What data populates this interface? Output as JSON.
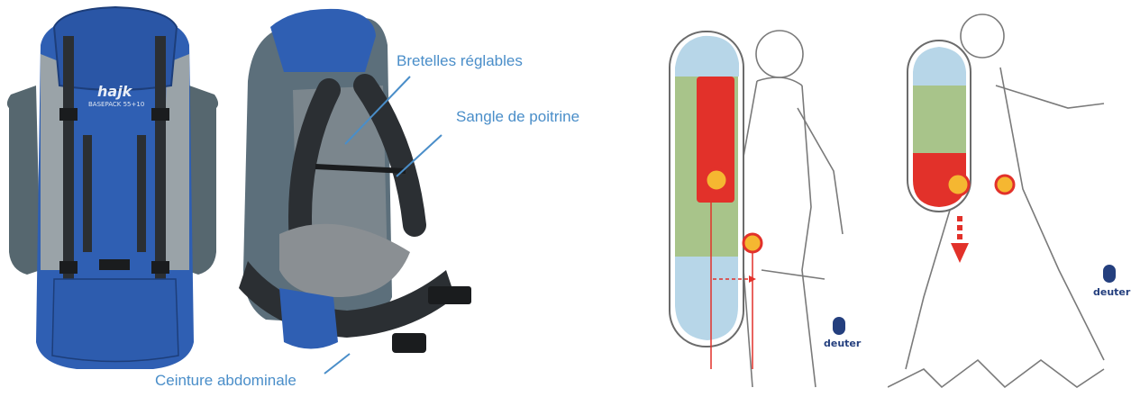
{
  "backpack": {
    "brand": "hajk",
    "model": "BASEPACK 55+10"
  },
  "annotations": {
    "adjustable_straps": "Bretelles réglables",
    "chest_strap": "Sangle de poitrine",
    "hip_belt": "Ceinture abdominale"
  },
  "logos": {
    "deuter_1": "deuter",
    "deuter_2": "deuter"
  },
  "colors": {
    "callout": "#4a8ec9",
    "pack_blue": "#2f5fb3",
    "pack_grey": "#5c6f7b",
    "heavy_zone": "#e2312a",
    "medium_zone": "#a8c48a",
    "light_zone": "#b7d6e8"
  }
}
